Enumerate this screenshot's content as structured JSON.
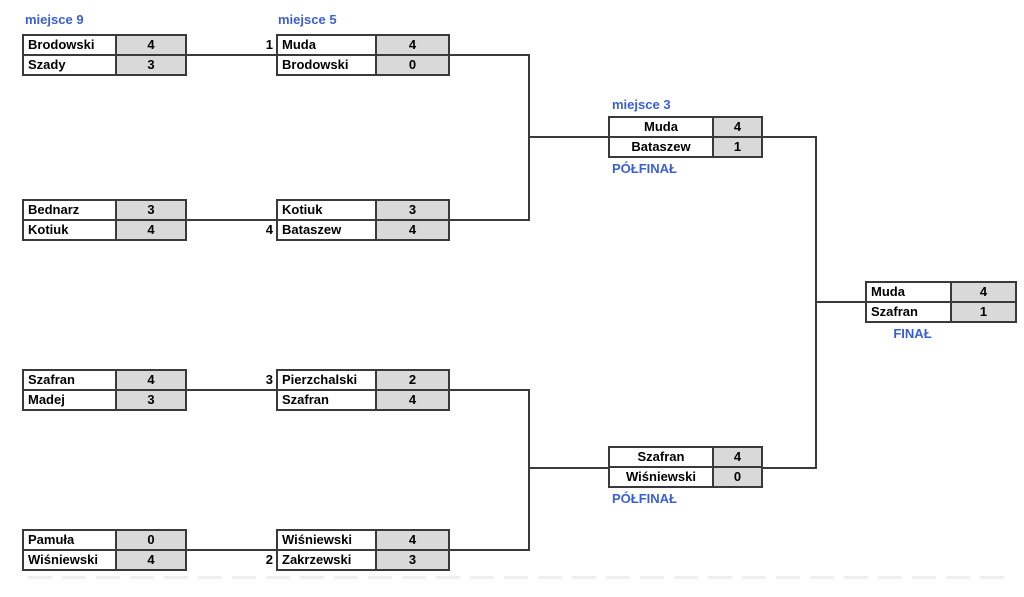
{
  "colors": {
    "accent_blue": "#3a5fd1",
    "score_cell_gray": "#d9d9d9",
    "line_border": "#3a3a3a",
    "background": "#ffffff"
  },
  "bracket": {
    "labels": {
      "miejsce9": "miejsce 9",
      "miejsce5": "miejsce 5",
      "miejsce3": "miejsce 3",
      "polfinal1": "PÓŁFINAŁ",
      "polfinal2": "PÓŁFINAŁ",
      "final": "FINAŁ"
    },
    "round1": [
      {
        "rows": [
          {
            "name": "Brodowski",
            "score": "4"
          },
          {
            "name": "Szady",
            "score": "3"
          }
        ]
      },
      {
        "rows": [
          {
            "name": "Bednarz",
            "score": "3"
          },
          {
            "name": "Kotiuk",
            "score": "4"
          }
        ]
      },
      {
        "rows": [
          {
            "name": "Szafran",
            "score": "4"
          },
          {
            "name": "Madej",
            "score": "3"
          }
        ]
      },
      {
        "rows": [
          {
            "name": "Pamuła",
            "score": "0"
          },
          {
            "name": "Wiśniewski",
            "score": "4"
          }
        ]
      }
    ],
    "round2": [
      {
        "rows": [
          {
            "seed": "1",
            "name": "Muda",
            "score": "4"
          },
          {
            "name": "Brodowski",
            "score": "0"
          }
        ]
      },
      {
        "rows": [
          {
            "name": "Kotiuk",
            "score": "3"
          },
          {
            "seed": "4",
            "name": "Bataszew",
            "score": "4"
          }
        ]
      },
      {
        "rows": [
          {
            "seed": "3",
            "name": "Pierzchalski",
            "score": "2"
          },
          {
            "name": "Szafran",
            "score": "4"
          }
        ]
      },
      {
        "rows": [
          {
            "name": "Wiśniewski",
            "score": "4"
          },
          {
            "seed": "2",
            "name": "Zakrzewski",
            "score": "3"
          }
        ]
      }
    ],
    "semifinals": [
      {
        "rows": [
          {
            "name": "Muda",
            "score": "4"
          },
          {
            "name": "Bataszew",
            "score": "1"
          }
        ]
      },
      {
        "rows": [
          {
            "name": "Szafran",
            "score": "4"
          },
          {
            "name": "Wiśniewski",
            "score": "0"
          }
        ]
      }
    ],
    "final": {
      "rows": [
        {
          "name": "Muda",
          "score": "4"
        },
        {
          "name": "Szafran",
          "score": "1"
        }
      ]
    }
  }
}
